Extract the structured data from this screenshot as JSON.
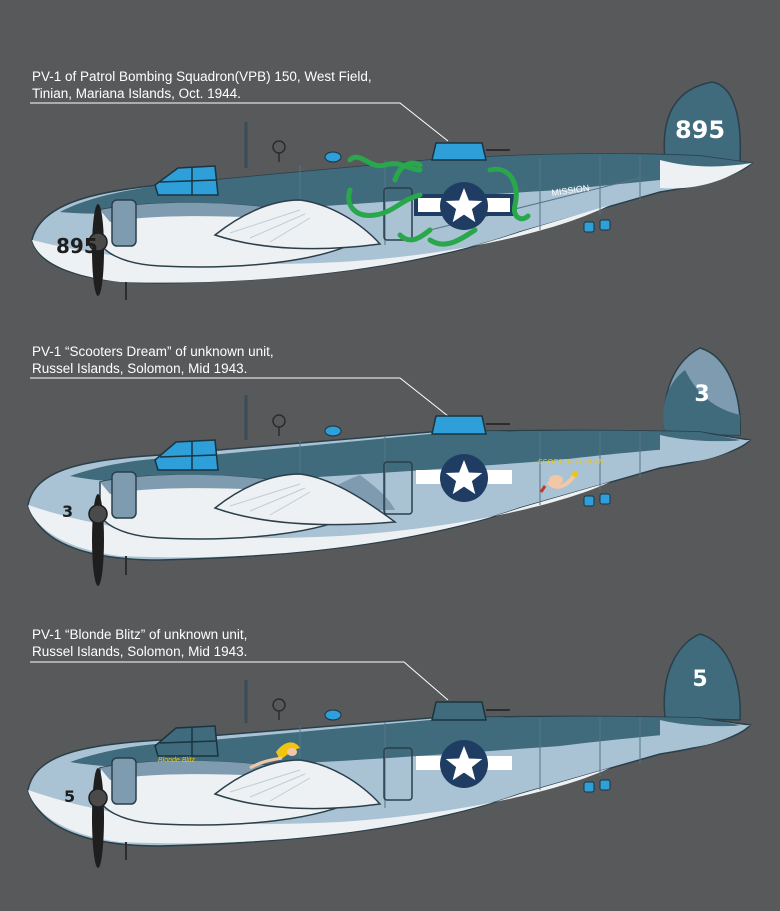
{
  "colors": {
    "background": "#58595b",
    "sea_blue": "#3f6b7d",
    "intermediate_blue": "#7e9bb0",
    "light_blue": "#a9c3d4",
    "underside_white": "#eef1f3",
    "turret_blue": "#2e9fd8",
    "octopus_green": "#28a84a",
    "insignia_blue": "#1f3c63"
  },
  "aircraft": [
    {
      "caption_line1": "PV-1 of Patrol Bombing Squadron(VPB) 150, West Field,",
      "caption_line2": "Tinian, Mariana Islands, Oct. 1944.",
      "tail_number": "895",
      "nose_number": "895",
      "nose_art": "octopus",
      "nose_art_name": "MISSION",
      "turret_color": "#2e9fd8"
    },
    {
      "caption_line1": "PV-1 “Scooters Dream” of unknown unit,",
      "caption_line2": "Russel Islands, Solomon, Mid 1943.",
      "tail_number": "3",
      "nose_number": "3",
      "nose_art": "pinup",
      "nose_art_name": "SCOOTERS DREAM",
      "turret_color": "#2e9fd8"
    },
    {
      "caption_line1": "PV-1 “Blonde Blitz” of unknown unit,",
      "caption_line2": "Russel Islands, Solomon, Mid 1943.",
      "tail_number": "5",
      "nose_number": "5",
      "nose_art": "blonde",
      "nose_art_name": "Blonde Blitz",
      "turret_color": "#3f6b7d"
    }
  ]
}
